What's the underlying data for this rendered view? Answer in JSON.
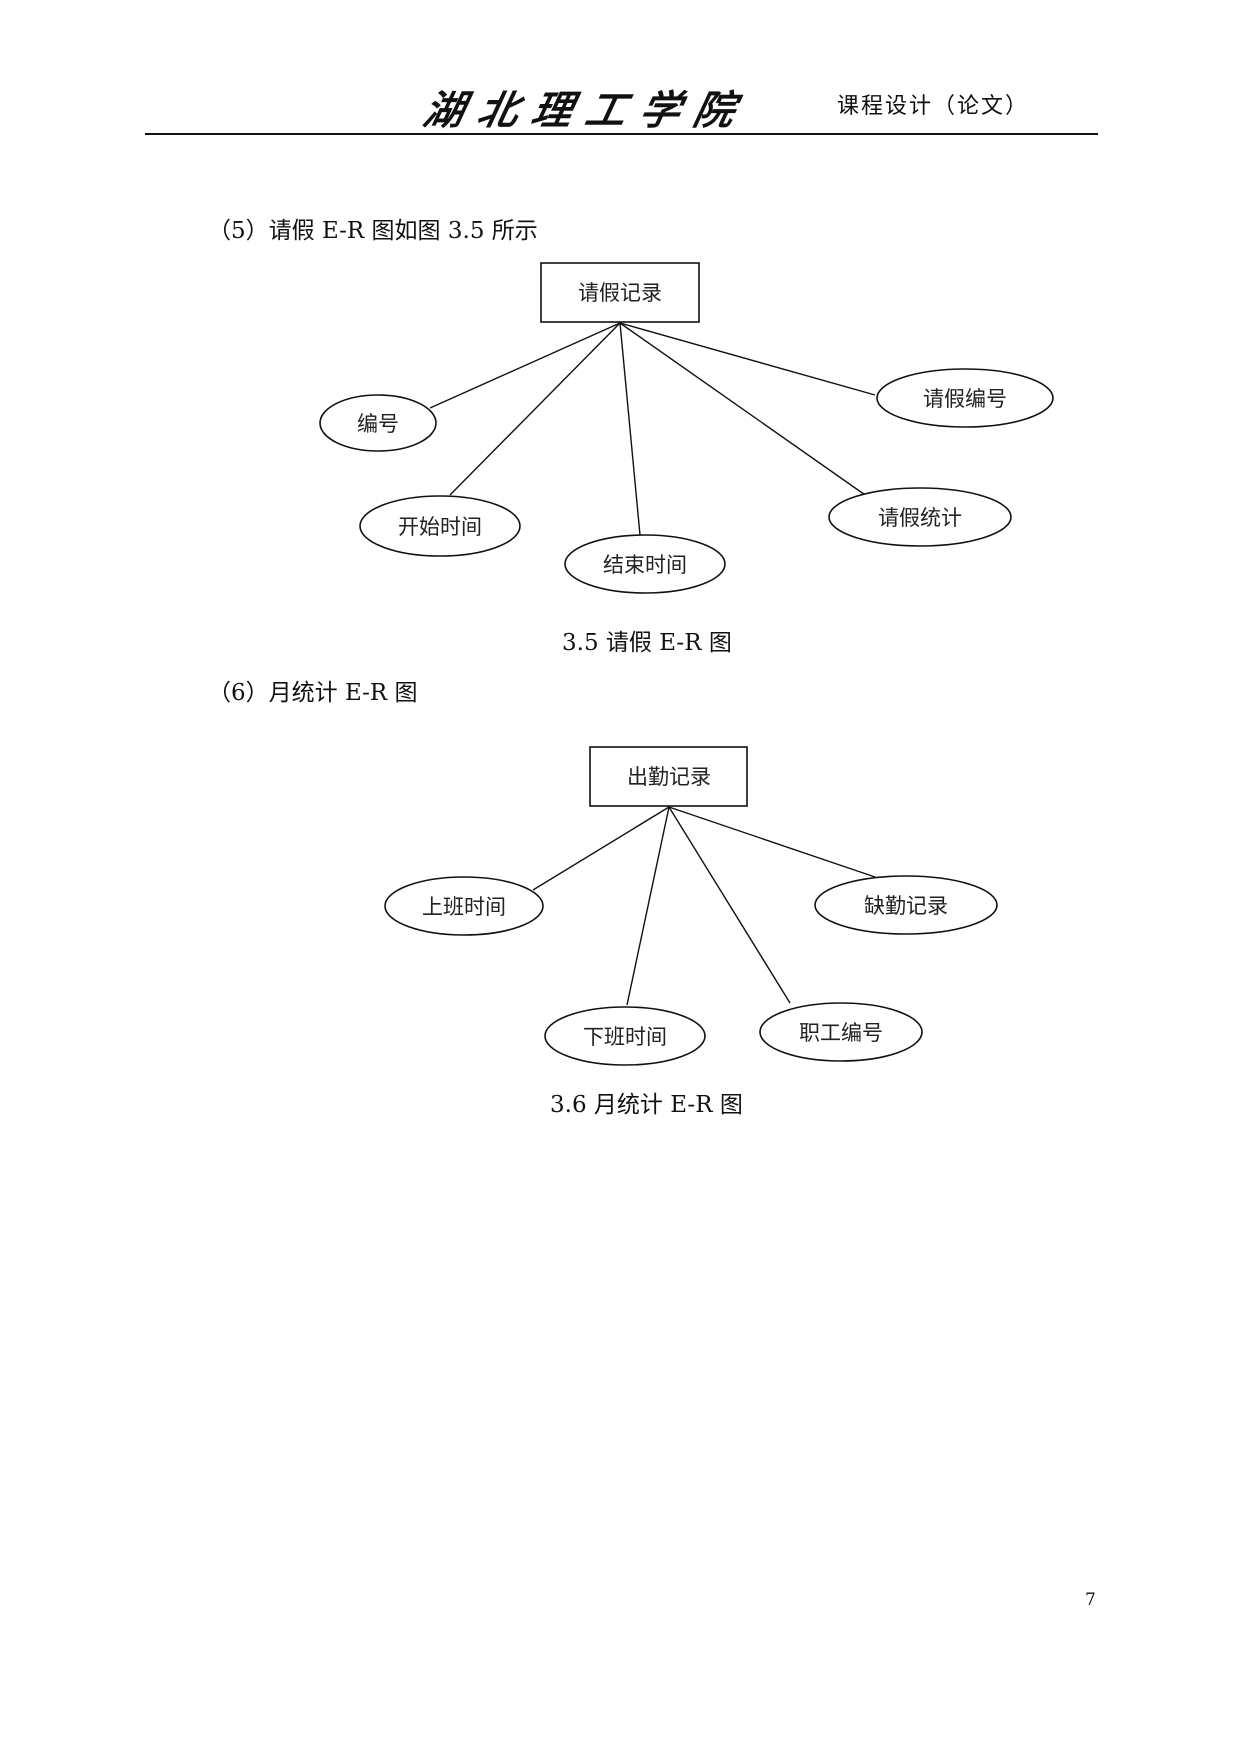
{
  "header": {
    "school_name": "湖北理工学院",
    "doc_type": "课程设计（论文）"
  },
  "sections": [
    {
      "text": "（5）请假 E-R 图如图 3.5 所示"
    },
    {
      "text": "（6）月统计 E-R 图"
    }
  ],
  "diagram_1": {
    "entity": "请假记录",
    "attributes": [
      "编号",
      "开始时间",
      "结束时间",
      "请假统计",
      "请假编号"
    ],
    "caption": "3.5  请假 E-R 图"
  },
  "diagram_2": {
    "entity": "出勤记录",
    "attributes": [
      "上班时间",
      "下班时间",
      "职工编号",
      "缺勤记录"
    ],
    "caption": "3.6  月统计 E-R 图"
  },
  "page_number": "7"
}
